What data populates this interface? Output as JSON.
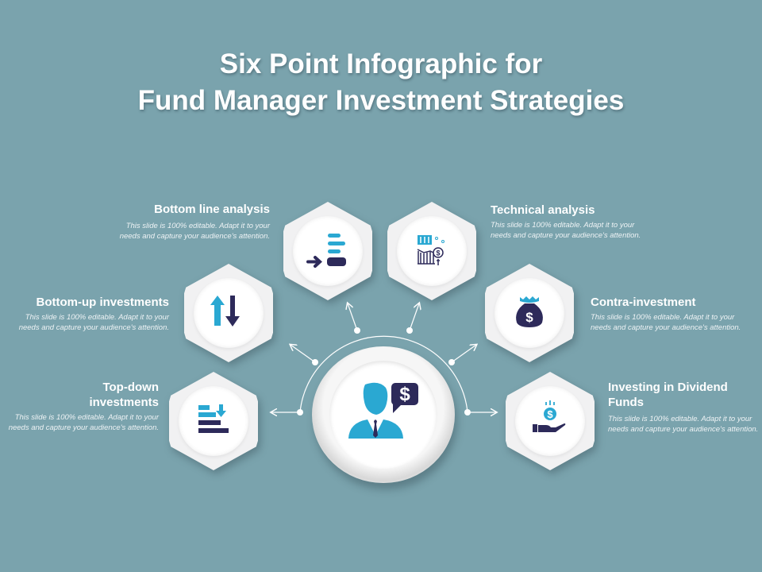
{
  "title": {
    "line1": "Six Point Infographic for",
    "line2": "Fund Manager Investment Strategies"
  },
  "colors": {
    "background": "#7aa3ad",
    "accent_blue": "#2aa8d2",
    "accent_navy": "#2d2a5a",
    "hex_fill": "#f1f1f2"
  },
  "center": {
    "icon": "businessman-dollar-speech-icon"
  },
  "items": [
    {
      "title": "Bottom line analysis",
      "desc": "This slide is 100% editable. Adapt it to your needs and capture your audience's attention.",
      "icon": "align-right-arrow-icon"
    },
    {
      "title": "Technical analysis",
      "desc": "This slide is 100% editable. Adapt it to your needs and capture your audience's attention.",
      "icon": "chart-dollar-icon"
    },
    {
      "title": "Bottom-up investments",
      "desc": "This slide is 100% editable. Adapt it to your needs and capture your audience's attention.",
      "icon": "up-down-arrows-icon"
    },
    {
      "title": "Contra-investment",
      "desc": "This slide is 100% editable. Adapt it to your needs and capture your audience's attention.",
      "icon": "money-bag-icon"
    },
    {
      "title_line1": "Top-down",
      "title_line2": "investments",
      "desc": "This slide is 100% editable. Adapt it to your needs and capture your audience's attention.",
      "icon": "sort-down-bars-icon"
    },
    {
      "title_line1": "Investing in Dividend",
      "title_line2": "Funds",
      "desc": "This slide is 100% editable. Adapt it to your needs and capture your audience's attention.",
      "icon": "hand-coin-icon"
    }
  ]
}
